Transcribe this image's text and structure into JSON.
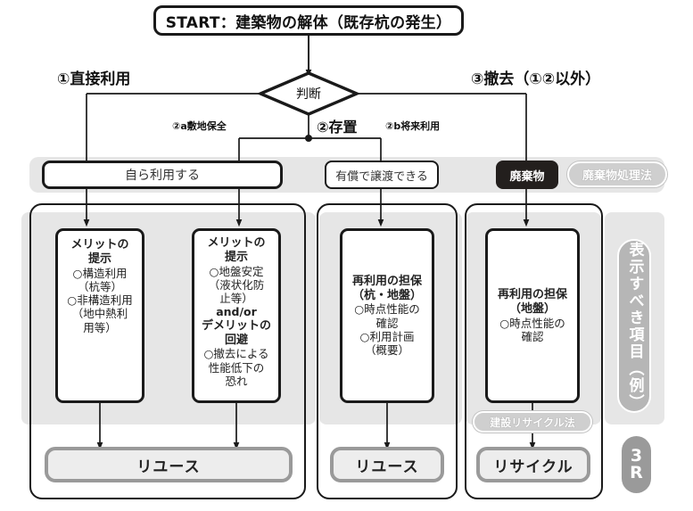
{
  "diagram": {
    "start": {
      "label": "START：建築物の解体（既存杭の発生）"
    },
    "decision": {
      "label": "判断"
    },
    "branches": {
      "left": "①直接利用",
      "right": "③撤去（①②以外）",
      "middle": "②存置",
      "sub_a": "②a敷地保全",
      "sub_b": "②b将来利用"
    },
    "outcomes": [
      {
        "name": "self-use",
        "label": "自ら利用する"
      },
      {
        "name": "paid-transfer",
        "label": "有償で譲渡できる"
      },
      {
        "name": "waste",
        "label": "廃棄物"
      }
    ],
    "laws": [
      {
        "name": "waste-disposal-law",
        "label": "廃棄物処理法"
      },
      {
        "name": "construction-recycling-law",
        "label": "建設リサイクル法"
      }
    ],
    "columns": [
      {
        "name": "merit-structural",
        "lines": [
          {
            "text": "メリットの",
            "bold": true
          },
          {
            "text": "提示",
            "bold": true
          },
          {
            "text": "○構造利用",
            "bold": false
          },
          {
            "text": "（杭等）",
            "bold": false
          },
          {
            "text": "○非構造利用",
            "bold": false
          },
          {
            "text": "（地中熱利",
            "bold": false
          },
          {
            "text": "用等）",
            "bold": false
          }
        ]
      },
      {
        "name": "merit-ground",
        "lines": [
          {
            "text": "メリットの",
            "bold": true
          },
          {
            "text": "提示",
            "bold": true
          },
          {
            "text": "○地盤安定",
            "bold": false
          },
          {
            "text": "（液状化防",
            "bold": false
          },
          {
            "text": "止等）",
            "bold": false
          },
          {
            "text": "and/or",
            "bold": true
          },
          {
            "text": "デメリットの",
            "bold": true
          },
          {
            "text": "回避",
            "bold": true
          },
          {
            "text": "○撤去による",
            "bold": false
          },
          {
            "text": "性能低下の",
            "bold": false
          },
          {
            "text": "恐れ",
            "bold": false
          }
        ]
      },
      {
        "name": "reuse-guarantee-pile-ground",
        "lines": [
          {
            "text": "再利用の担保",
            "bold": true
          },
          {
            "text": "（杭・地盤）",
            "bold": true
          },
          {
            "text": "○時点性能の",
            "bold": false
          },
          {
            "text": "確認",
            "bold": false
          },
          {
            "text": "○利用計画",
            "bold": false
          },
          {
            "text": "（概要）",
            "bold": false
          }
        ]
      },
      {
        "name": "reuse-guarantee-ground",
        "lines": [
          {
            "text": "再利用の担保",
            "bold": true
          },
          {
            "text": "（地盤）",
            "bold": true
          },
          {
            "text": "○時点性能の",
            "bold": false
          },
          {
            "text": "確認",
            "bold": false
          }
        ]
      }
    ],
    "results": [
      {
        "name": "reuse-left",
        "label": "リユース"
      },
      {
        "name": "reuse-middle",
        "label": "リユース"
      },
      {
        "name": "recycle-right",
        "label": "リサイクル"
      }
    ],
    "side_label": {
      "label": "表示すべき項目（例）"
    },
    "badge_3r": {
      "line1": "3",
      "line2": "R"
    }
  },
  "colors": {
    "ink": "#1a1a1a",
    "band": "#e6e6e6",
    "chip_dark": "#231f1d",
    "chip_law": "#cfcfcf",
    "result_border": "#9a9a9a",
    "result_fill": "#ededed",
    "side_pill": "#b6b6b6"
  }
}
